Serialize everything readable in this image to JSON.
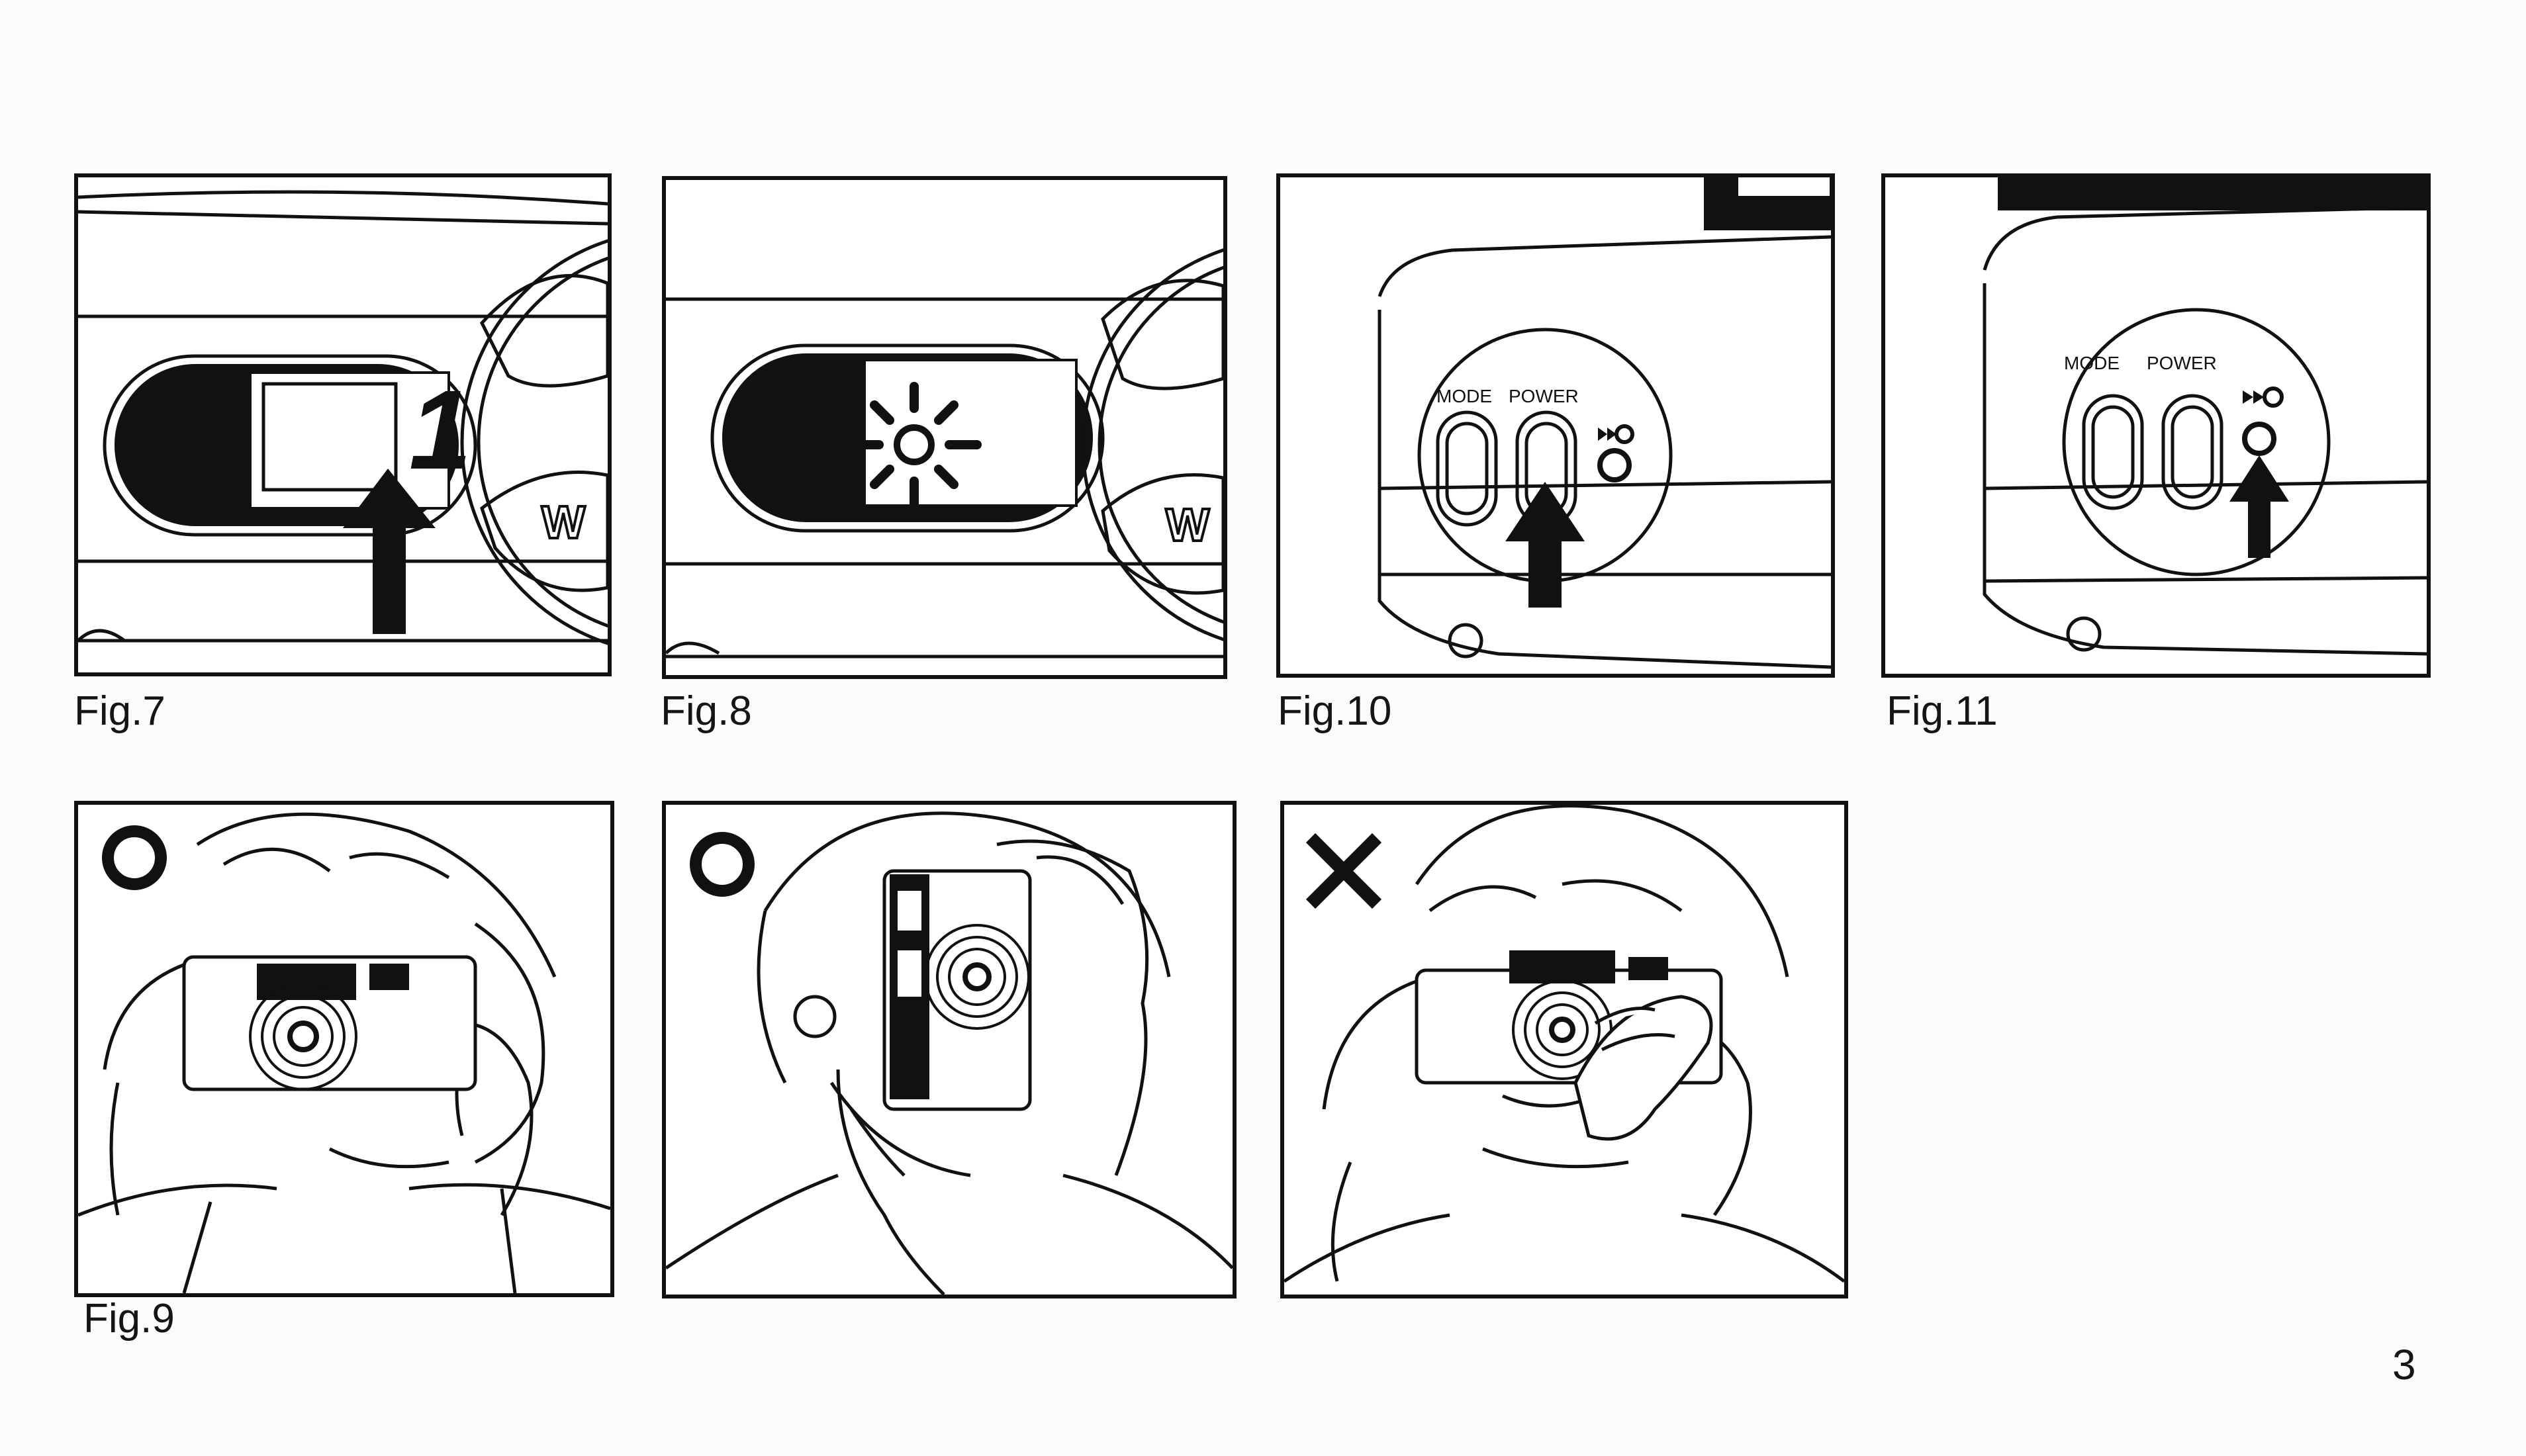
{
  "figures": {
    "fig7": {
      "label": "Fig.7",
      "lcd_digit": "1",
      "button_letter": "W"
    },
    "fig8": {
      "label": "Fig.8",
      "button_letter": "W"
    },
    "fig9": {
      "label": "Fig.9",
      "mark": "correct"
    },
    "fig9b": {
      "mark": "correct"
    },
    "fig9c": {
      "mark": "incorrect"
    },
    "fig10": {
      "label": "Fig.10",
      "mode_label": "MODE",
      "power_label": "POWER"
    },
    "fig11": {
      "label": "Fig.11",
      "mode_label": "MODE",
      "power_label": "POWER"
    }
  },
  "page_number": "3",
  "icons": [
    "arrow-up-icon",
    "self-timer-icon",
    "flash-icon",
    "correct-mark-icon",
    "incorrect-mark-icon"
  ],
  "colors": {
    "ink": "#111111",
    "paper": "#fbfbfa"
  }
}
